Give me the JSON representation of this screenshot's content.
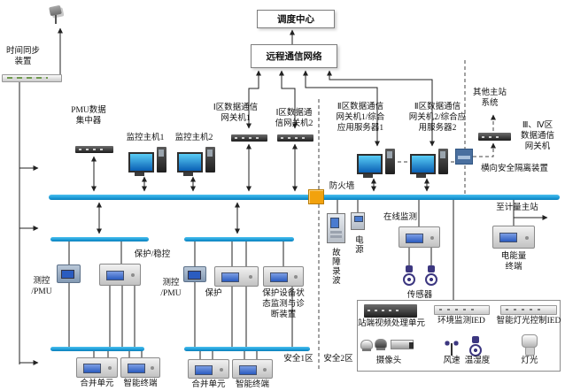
{
  "colors": {
    "bus_blue": "#1f9ed9",
    "firewall_orange": "#f2a20d",
    "isolation_blue": "#4a6f9f",
    "sensor_purple": "#3c3780",
    "device_screen_blue": "#2b5cc0",
    "line_color": "#222222"
  },
  "nodes": {
    "time_sync": "时间同步\n装置",
    "dispatch_center": "调度中心",
    "remote_network": "远程通信网络",
    "pmu_concentrator": "PMU数据\n集中器",
    "monitor_host1": "监控主机1",
    "monitor_host2": "监控主机2",
    "gateway_zone1_1": "Ⅰ区数据通信\n网关机1",
    "gateway_zone1_2": "Ⅰ区数据通\n信网关机2",
    "gateway_zone2_1": "Ⅱ区数据通信\n网关机1/综合\n应用服务器1",
    "gateway_zone2_2": "Ⅱ区数据通信\n网关机2/综合应\n用服务器2",
    "other_master": "其他主站\n系统",
    "gateway_zone34": "Ⅲ、Ⅳ区\n数据通信\n网关机",
    "isolation_device": "横向安全隔离装置",
    "firewall": "防火墙",
    "to_metering": "至计量主站",
    "fault_recorder": "故障录波",
    "power_supply": "电源",
    "online_monitor": "在线监测",
    "sensors": "传感器",
    "energy_terminal": "电能量\n终端",
    "cekong_pmu": "测控\n/PMU",
    "protect_stab": "保护/稳控",
    "protect": "保护",
    "protect_diag": "保护设备状\n态监测与诊\n断装置",
    "merge_unit": "合并单元",
    "smart_terminal": "智能终端",
    "zone1": "安全1区",
    "zone2": "安全2区",
    "video_unit": "站端视频处理单元",
    "cameras": "摄像头",
    "env_ied": "环境监测IED",
    "wind_speed": "风速",
    "temp_humidity": "温湿度",
    "light_ied": "智能灯光控制IED",
    "light": "灯光"
  }
}
